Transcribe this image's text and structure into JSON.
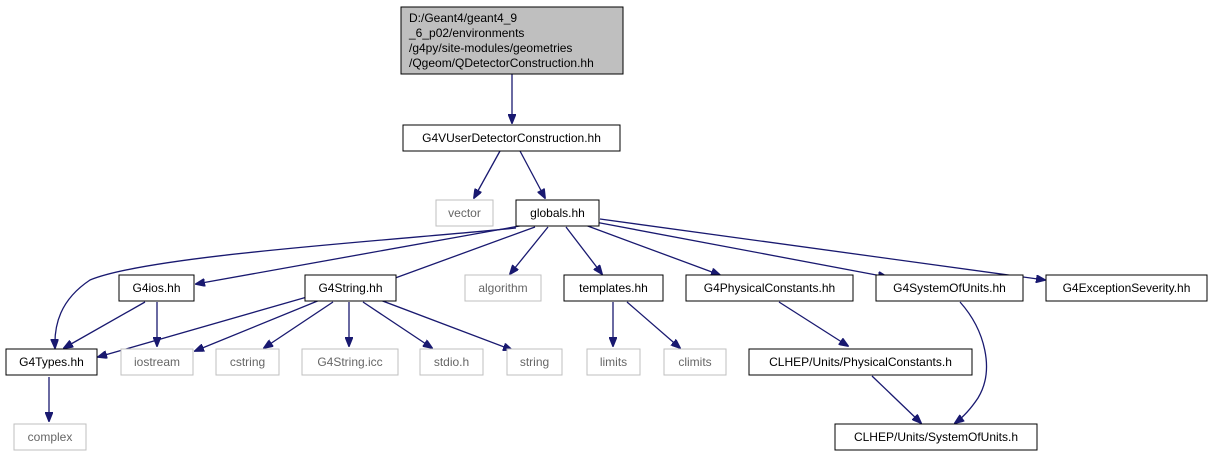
{
  "colors": {
    "edge": "#191970",
    "root_fill": "#bfbfbf",
    "node_border": "#000000",
    "system_border": "#bfbfbf",
    "system_text": "#666666",
    "text": "#000000"
  },
  "nodes": {
    "root": [
      "D:/Geant4/geant4_9",
      "_6_p02/environments",
      "/g4py/site-modules/geometries",
      "/Qgeom/QDetectorConstruction.hh"
    ],
    "g4vuser": "G4VUserDetectorConstruction.hh",
    "vector": "vector",
    "globals": "globals.hh",
    "g4ios": "G4ios.hh",
    "g4string": "G4String.hh",
    "algorithm": "algorithm",
    "templates": "templates.hh",
    "g4physconst": "G4PhysicalConstants.hh",
    "g4sysunits": "G4SystemOfUnits.hh",
    "g4excsev": "G4ExceptionSeverity.hh",
    "g4types": "G4Types.hh",
    "iostream": "iostream",
    "cstring": "cstring",
    "g4stringicc": "G4String.icc",
    "stdio": "stdio.h",
    "string": "string",
    "limits": "limits",
    "climits": "climits",
    "clhep_phys": "CLHEP/Units/PhysicalConstants.h",
    "complex": "complex",
    "clhep_sys": "CLHEP/Units/SystemOfUnits.h"
  }
}
